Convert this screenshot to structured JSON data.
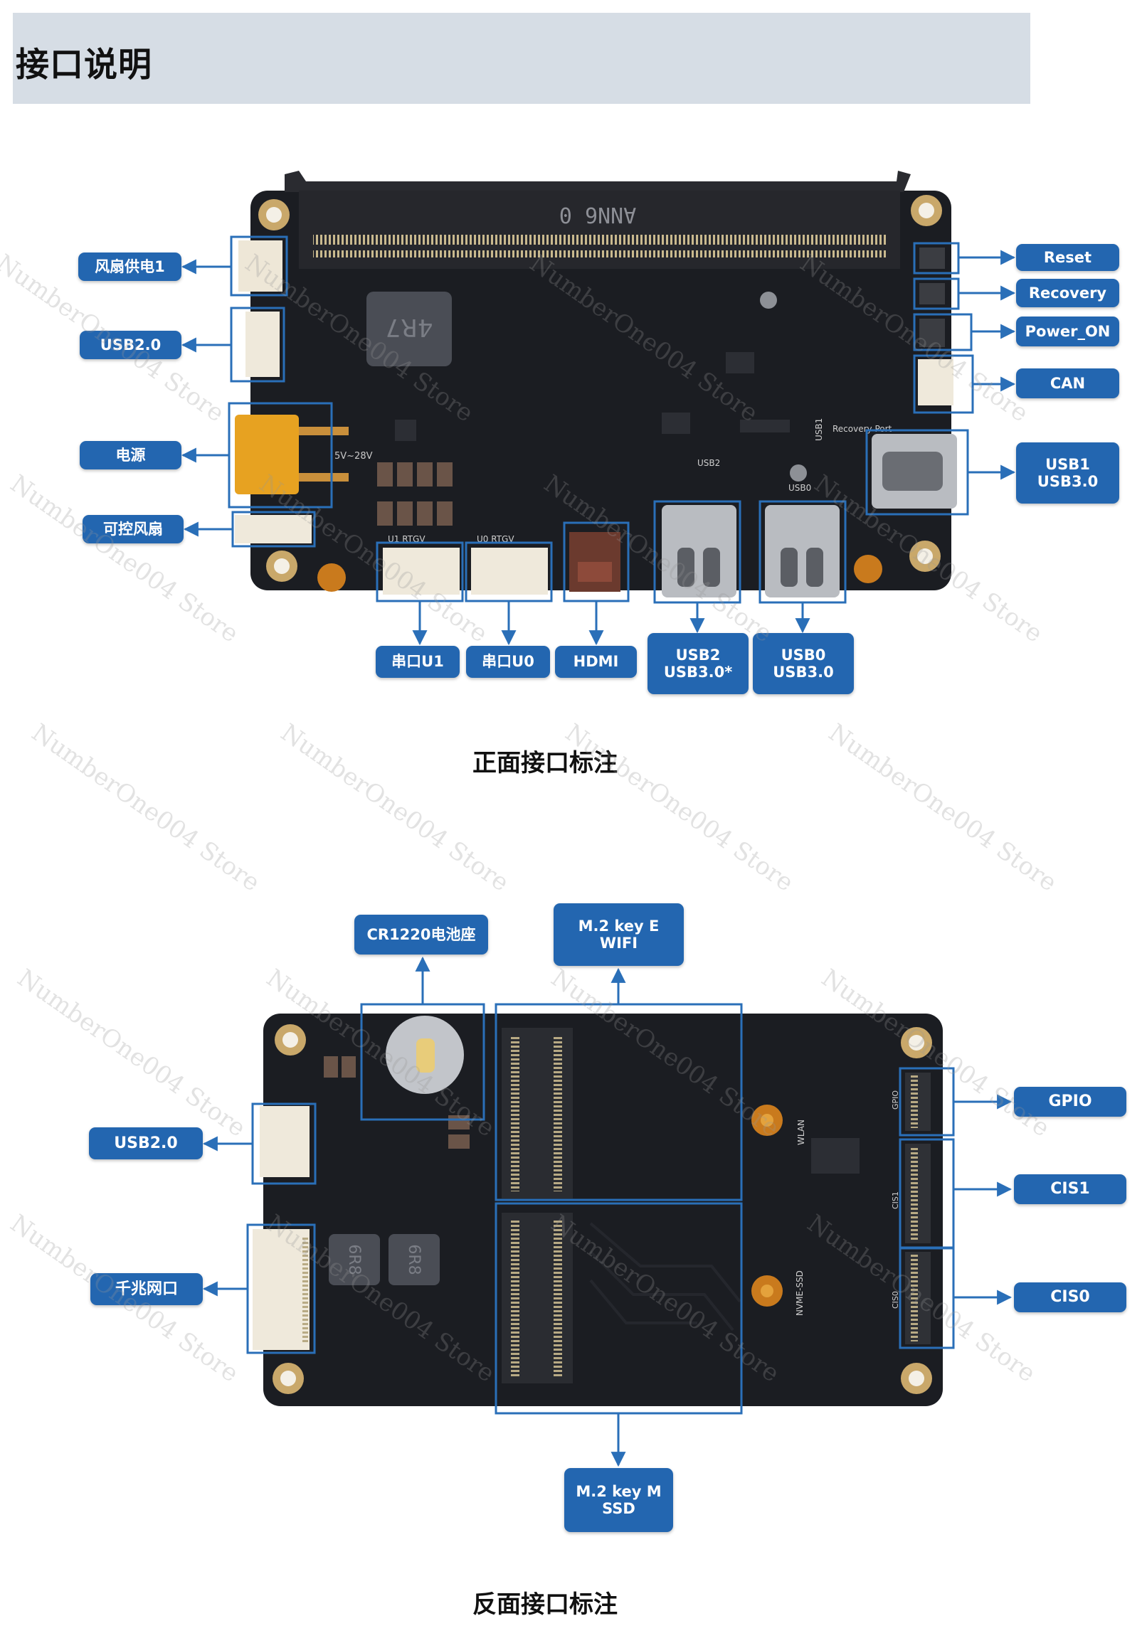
{
  "header": {
    "title": "接口说明"
  },
  "front": {
    "caption": "正面接口标注",
    "labels": {
      "fan_power": "风扇供电1",
      "usb20": "USB2.0",
      "power": "电源",
      "controllable_fan": "可控风扇",
      "uart_u1": "串口U1",
      "uart_u0": "串口U0",
      "hdmi": "HDMI",
      "usb2": "USB2\nUSB3.0*",
      "usb0": "USB0\nUSB3.0",
      "reset": "Reset",
      "recovery": "Recovery",
      "power_on": "Power_ON",
      "can": "CAN",
      "usb1": "USB1\nUSB3.0"
    },
    "board_text": {
      "connector_code": "ANN6 0",
      "inductor_code": "4R7",
      "usb2_silk": "USB2",
      "usb0_silk": "USB0",
      "usb1_silk": "USB1",
      "recovery_port_silk": "Recovery Port",
      "voltage_silk": "5V~28V",
      "uart1_silk": "U1  RTGV",
      "uart0_silk": "U0  RTGV"
    }
  },
  "back": {
    "caption": "反面接口标注",
    "labels": {
      "cr1220": "CR1220电池座",
      "m2_e": "M.2 key E\nWIFI",
      "usb20": "USB2.0",
      "gigabit": "千兆网口",
      "m2_m": "M.2 key M\nSSD",
      "gpio": "GPIO",
      "cis1": "CIS1",
      "cis0": "CIS0"
    },
    "board_text": {
      "inductor_code": "6R8",
      "wlan_silk": "WLAN",
      "nvme_silk": "NVME-SSD",
      "cis1_silk": "CIS1",
      "cis0_silk": "CIS0",
      "gpio_silk": "GPIO"
    }
  },
  "watermark": "NumberOne004 Store",
  "colors": {
    "label_bg": "#2366b0",
    "callout_line": "#2a6fb8",
    "pcb": "#1b1d22",
    "header_bg": "#d6dde5"
  }
}
